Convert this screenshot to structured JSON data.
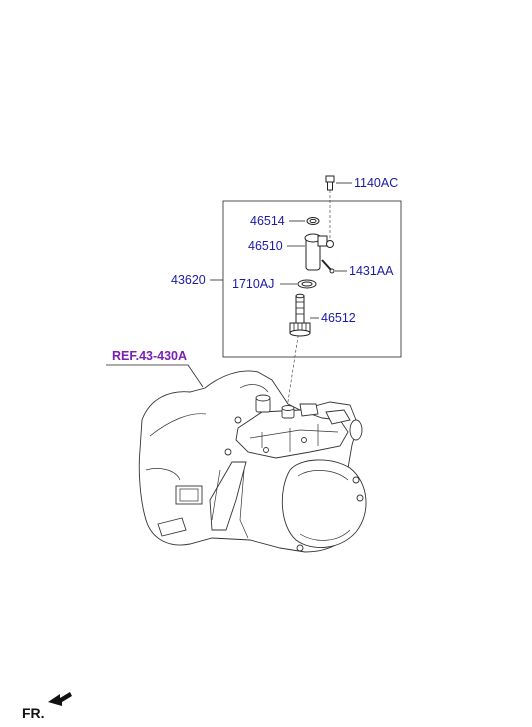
{
  "colors": {
    "part_label": "#1a1aa8",
    "reference_label": "#7a1fb3",
    "line": "#222222"
  },
  "labels": {
    "p1140AC": "1140AC",
    "p46514": "46514",
    "p46510": "46510",
    "p43620": "43620",
    "p1710AJ": "1710AJ",
    "p1431AA": "1431AA",
    "p46512": "46512"
  },
  "reference": "REF.43-430A",
  "direction": {
    "label": "FR.",
    "icon": "arrow-icon"
  }
}
